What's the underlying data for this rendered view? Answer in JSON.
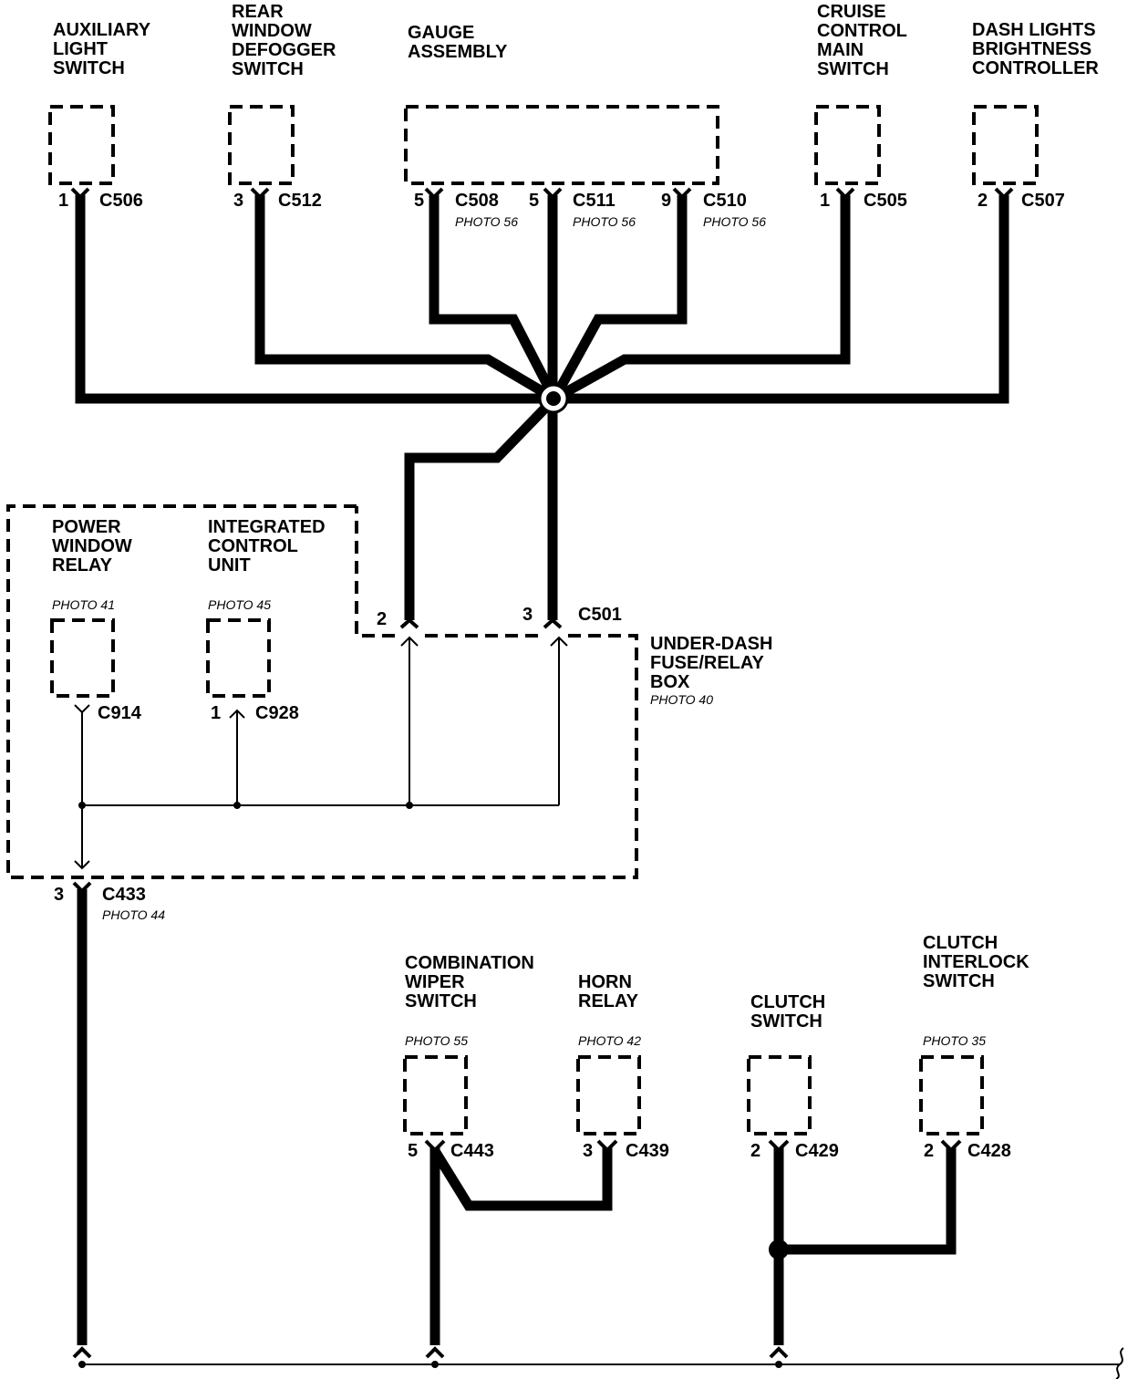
{
  "components": {
    "aux_light_switch": [
      "AUXILIARY",
      "LIGHT",
      "SWITCH"
    ],
    "rear_window_defogger_switch": [
      "REAR",
      "WINDOW",
      "DEFOGGER",
      "SWITCH"
    ],
    "gauge_assembly": [
      "GAUGE",
      "ASSEMBLY"
    ],
    "cruise_control_main_switch": [
      "CRUISE",
      "CONTROL",
      "MAIN",
      "SWITCH"
    ],
    "dash_lights_brightness_controller": [
      "DASH LIGHTS",
      "BRIGHTNESS",
      "CONTROLLER"
    ],
    "power_window_relay": [
      "POWER",
      "WINDOW",
      "RELAY"
    ],
    "integrated_control_unit": [
      "INTEGRATED",
      "CONTROL",
      "UNIT"
    ],
    "under_dash_fuse_relay_box": [
      "UNDER-DASH",
      "FUSE/RELAY",
      "BOX"
    ],
    "combination_wiper_switch": [
      "COMBINATION",
      "WIPER",
      "SWITCH"
    ],
    "horn_relay": [
      "HORN",
      "RELAY"
    ],
    "clutch_switch": [
      "CLUTCH",
      "SWITCH"
    ],
    "clutch_interlock_switch": [
      "CLUTCH",
      "INTERLOCK",
      "SWITCH"
    ]
  },
  "photos": {
    "gauge_c508": "PHOTO 56",
    "gauge_c511": "PHOTO 56",
    "gauge_c510": "PHOTO 56",
    "power_window_relay": "PHOTO 41",
    "integrated_control_unit": "PHOTO 45",
    "under_dash_box": "PHOTO 40",
    "c433": "PHOTO 44",
    "combination_wiper_switch": "PHOTO 55",
    "horn_relay": "PHOTO 42",
    "clutch_interlock_switch": "PHOTO 35"
  },
  "connectors": {
    "c506": {
      "pin": "1",
      "id": "C506"
    },
    "c512": {
      "pin": "3",
      "id": "C512"
    },
    "c508": {
      "pin": "5",
      "id": "C508"
    },
    "c511": {
      "pin": "5",
      "id": "C511"
    },
    "c510": {
      "pin": "9",
      "id": "C510"
    },
    "c505": {
      "pin": "1",
      "id": "C505"
    },
    "c507": {
      "pin": "2",
      "id": "C507"
    },
    "c501_a": {
      "pin": "2"
    },
    "c501_b": {
      "pin": "3",
      "id": "C501"
    },
    "c914": {
      "id": "C914"
    },
    "c928": {
      "pin": "1",
      "id": "C928"
    },
    "c433": {
      "pin": "3",
      "id": "C433"
    },
    "c443": {
      "pin": "5",
      "id": "C443"
    },
    "c439": {
      "pin": "3",
      "id": "C439"
    },
    "c429": {
      "pin": "2",
      "id": "C429"
    },
    "c428": {
      "pin": "2",
      "id": "C428"
    }
  }
}
